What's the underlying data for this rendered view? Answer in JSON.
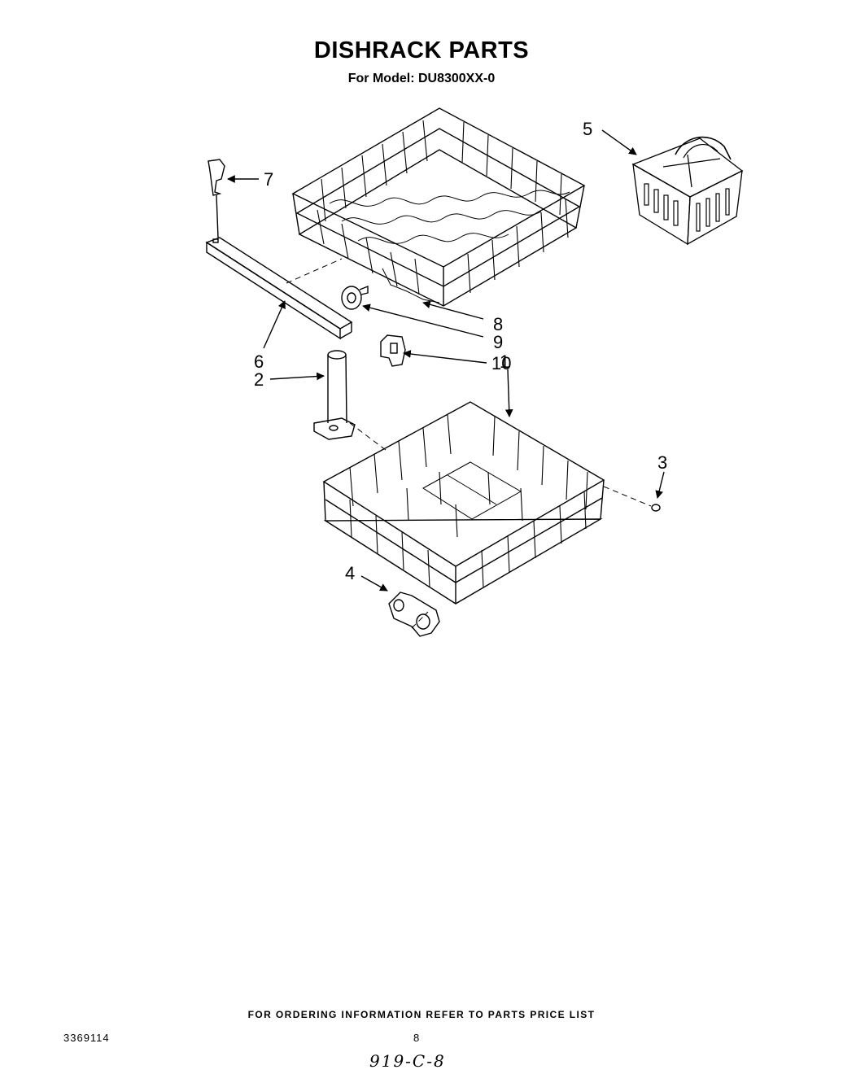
{
  "header": {
    "title": "DISHRACK PARTS",
    "model_label": "For Model: DU8300XX-0"
  },
  "callouts": [
    "1",
    "2",
    "3",
    "4",
    "5",
    "6",
    "7",
    "8",
    "9",
    "10"
  ],
  "footer": {
    "ordering_note": "FOR ORDERING INFORMATION REFER TO PARTS PRICE LIST",
    "doc_number": "3369114",
    "page_number": "8",
    "handwritten_note": "919-C-8"
  }
}
